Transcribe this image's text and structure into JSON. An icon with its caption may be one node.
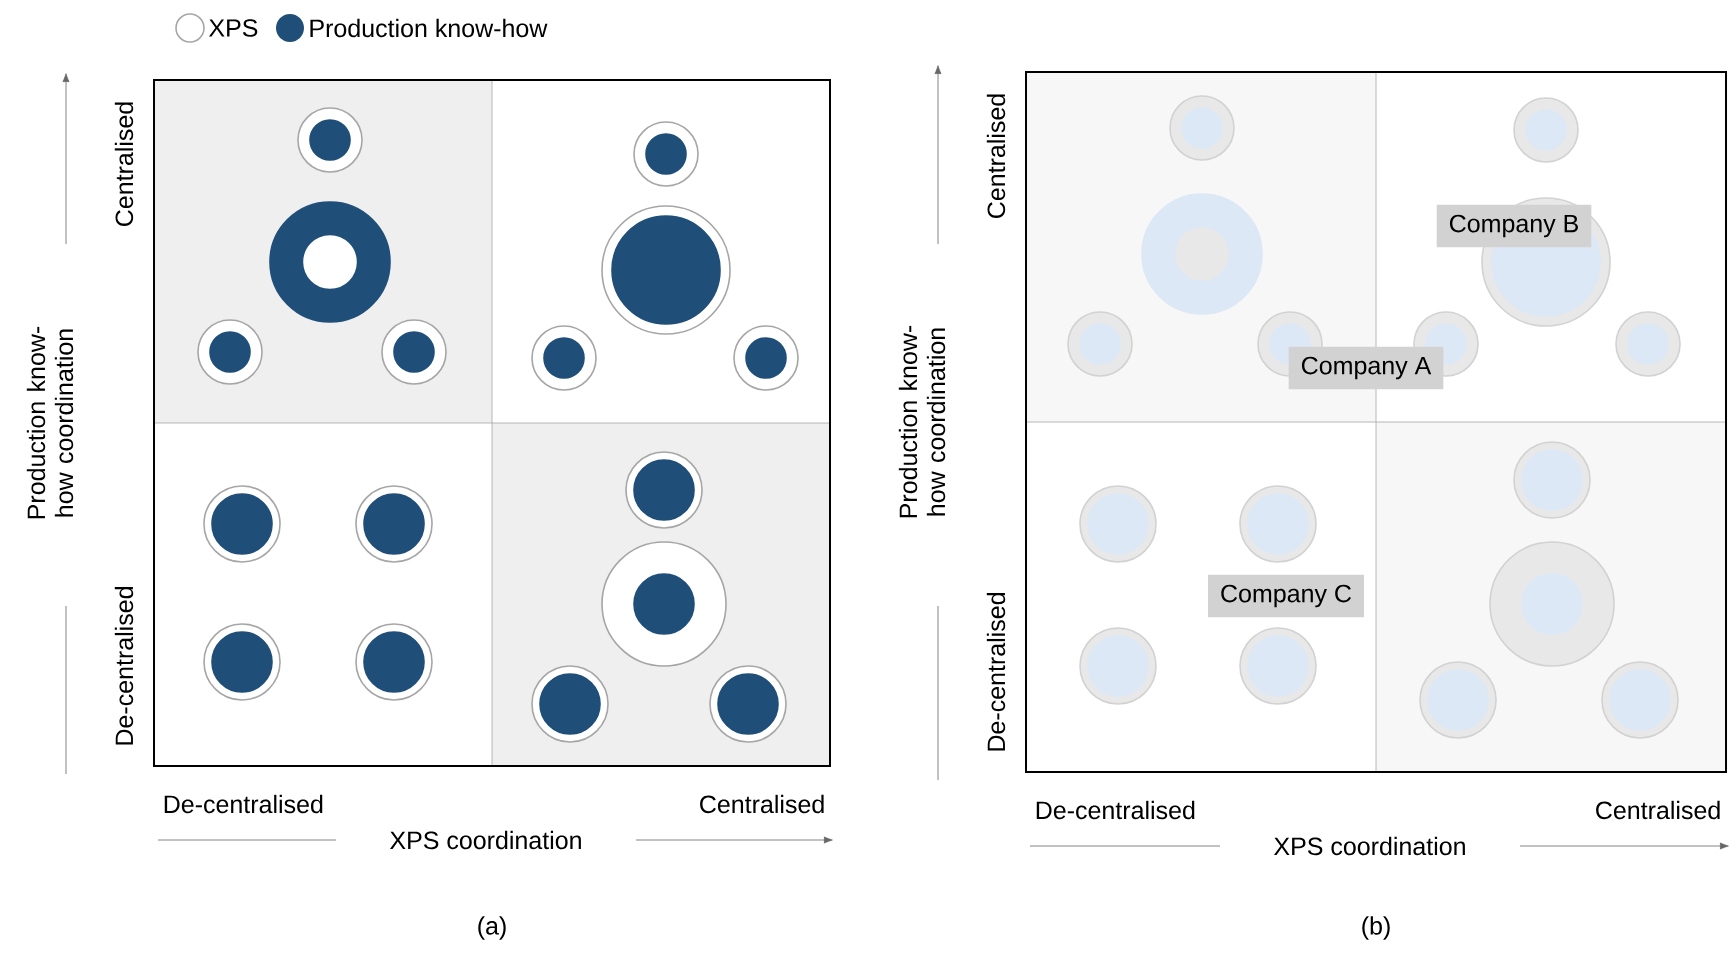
{
  "diagram": {
    "nodes": [
      {
        "text": [
          "Company B"
        ]
      },
      {
        "text": [
          "Company A"
        ]
      },
      {
        "text": [
          "Company C"
        ]
      }
    ],
    "labels": [
      "Centralised",
      "Production know-how coordination",
      "De-centralised",
      "De-centralised",
      "Centralised",
      "XPS coordination",
      "(a)",
      "Centralised",
      "Production know-how coordination",
      "De-centralised",
      "De-centralised",
      "Centralised",
      "XPS coordination",
      "(b)"
    ],
    "legend": [
      {
        "text": "XPS"
      },
      {
        "text": "Production know-how",
        "color": "#1f4e79"
      }
    ]
  }
}
